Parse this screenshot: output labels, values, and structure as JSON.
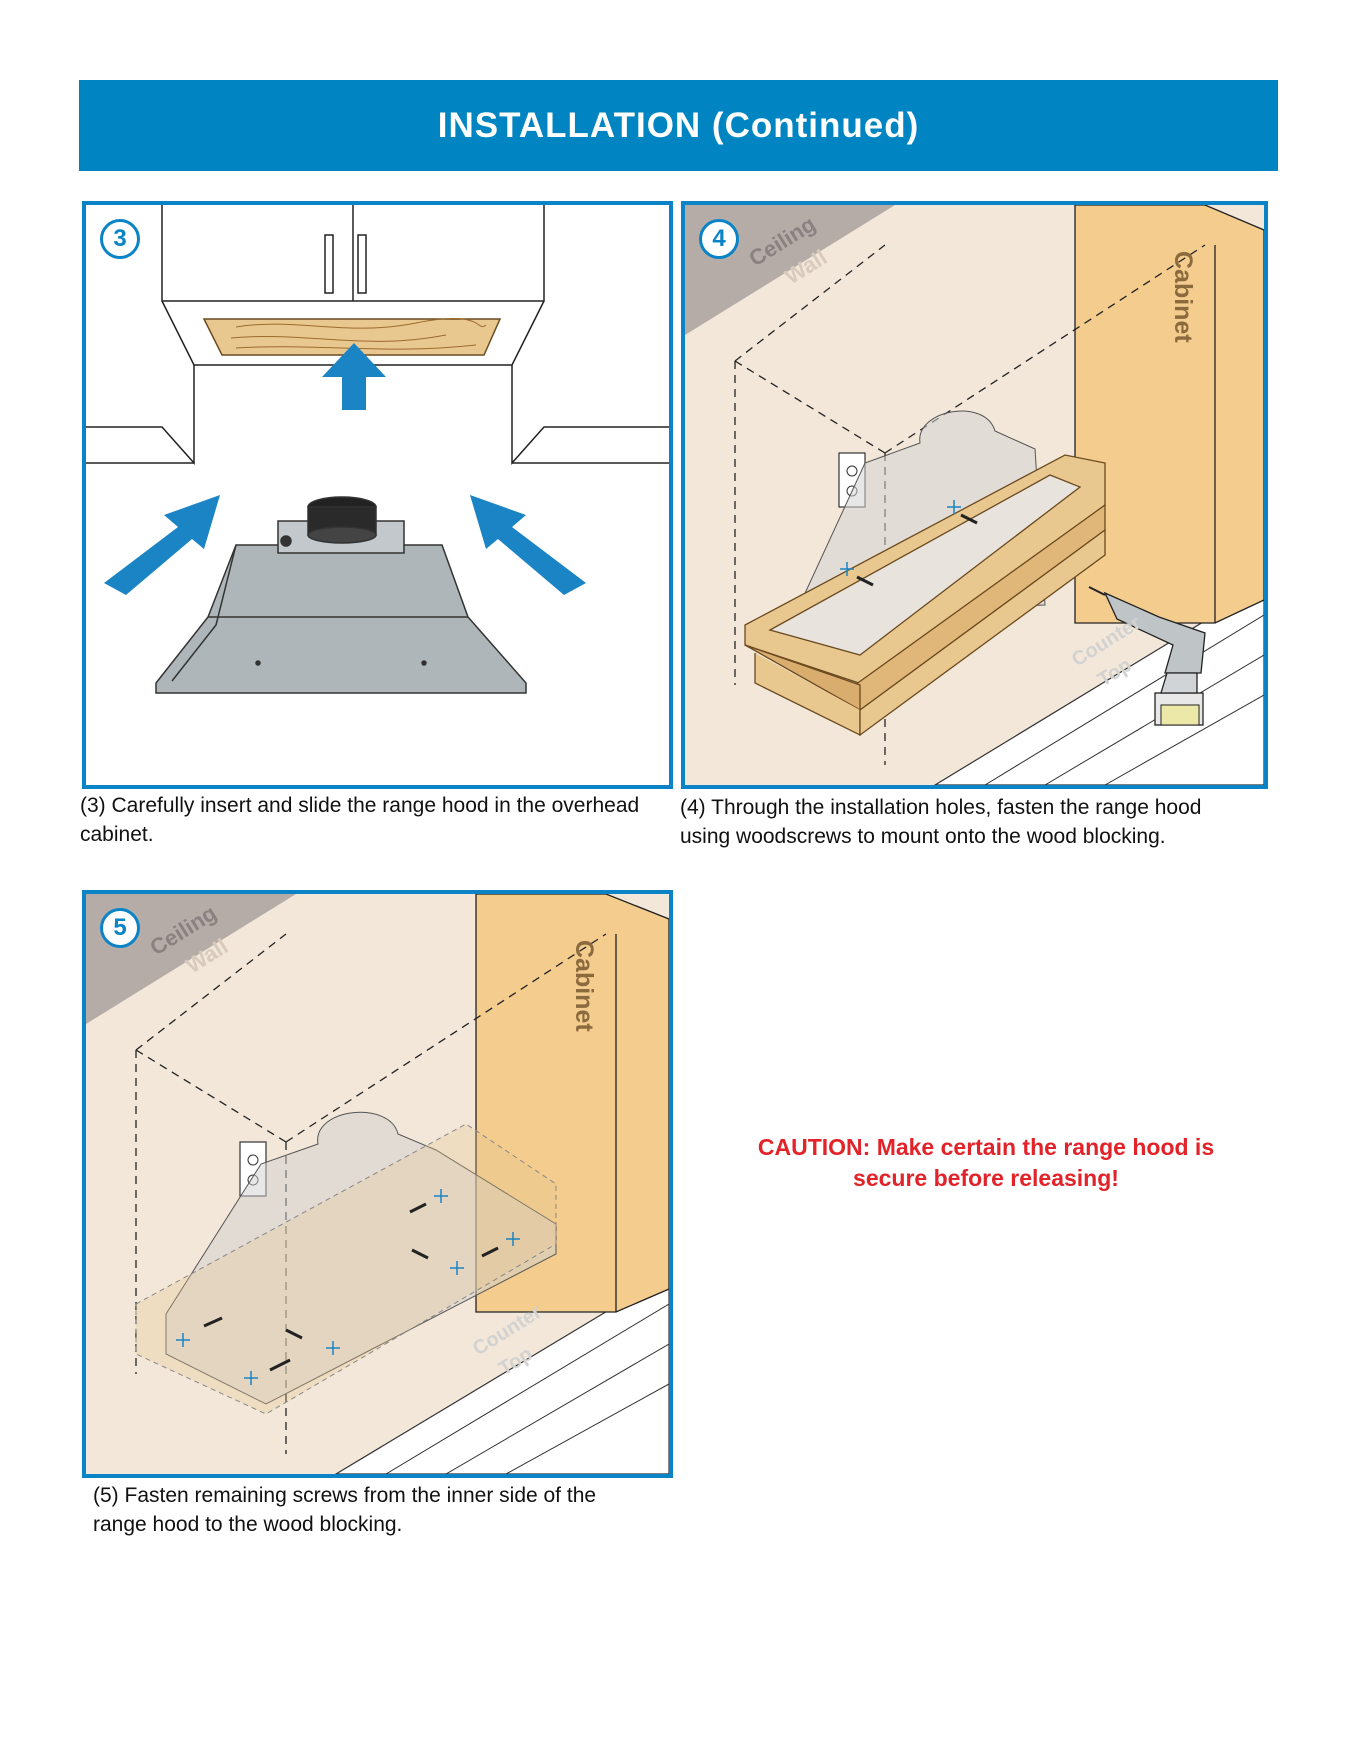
{
  "banner": {
    "title": "INSTALLATION (Continued)"
  },
  "steps": [
    {
      "number": "3",
      "caption": "(3) Carefully insert and slide the range hood in the overhead cabinet."
    },
    {
      "number": "4",
      "caption": " (4) Through the installation holes, fasten  the range hood using  woodscrews to mount onto the wood blocking."
    },
    {
      "number": "5",
      "caption": "(5) Fasten remaining screws from the inner side of the range hood to the wood blocking."
    }
  ],
  "labels": {
    "ceiling": "Ceiling",
    "wall": "Wall",
    "cabinet": "Cabinet",
    "counter": "Counter",
    "top": "Top"
  },
  "caution": {
    "line1": "CAUTION: Make certain the range hood is",
    "line2": "secure before releasing!"
  },
  "colors": {
    "accent": "#0085c2",
    "caution": "#e2232a",
    "wood": "#e9c890",
    "cabinet": "#f3cc8e",
    "wall": "#f4e8da",
    "ceiling": "#b3aba7"
  }
}
